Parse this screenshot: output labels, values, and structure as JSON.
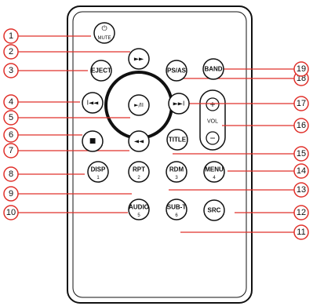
{
  "buttons": {
    "mute": {
      "label": "MUTE"
    },
    "forward": {
      "label": "►►"
    },
    "eject": {
      "label": "EJECT"
    },
    "psas": {
      "label": "PS/AS"
    },
    "band": {
      "label": "BAND"
    },
    "prev": {
      "label": "I◄◄"
    },
    "play": {
      "label": "►/II"
    },
    "next": {
      "label": "►►I"
    },
    "stop": {
      "label": "■"
    },
    "rewind": {
      "label": "◄◄"
    },
    "title": {
      "label": "TITLE"
    },
    "disp": {
      "label": "DISP",
      "sub": "1"
    },
    "rpt": {
      "label": "RPT",
      "sub": "2"
    },
    "rdm": {
      "label": "RDM",
      "sub": "3"
    },
    "menu": {
      "label": "MENU",
      "sub": "4"
    },
    "audio": {
      "label": "AUDIO",
      "sub": "5"
    },
    "subt": {
      "label": "SUB-T",
      "sub": "6"
    },
    "src": {
      "label": "SRC"
    }
  },
  "volume": {
    "label": "VOL",
    "plus": "+",
    "minus": "−"
  },
  "callouts": [
    "1",
    "2",
    "3",
    "4",
    "5",
    "6",
    "7",
    "8",
    "9",
    "10",
    "11",
    "12",
    "13",
    "14",
    "15",
    "16",
    "17",
    "18",
    "19"
  ],
  "colors": {
    "callout": "#e0302a",
    "outline": "#111111"
  }
}
